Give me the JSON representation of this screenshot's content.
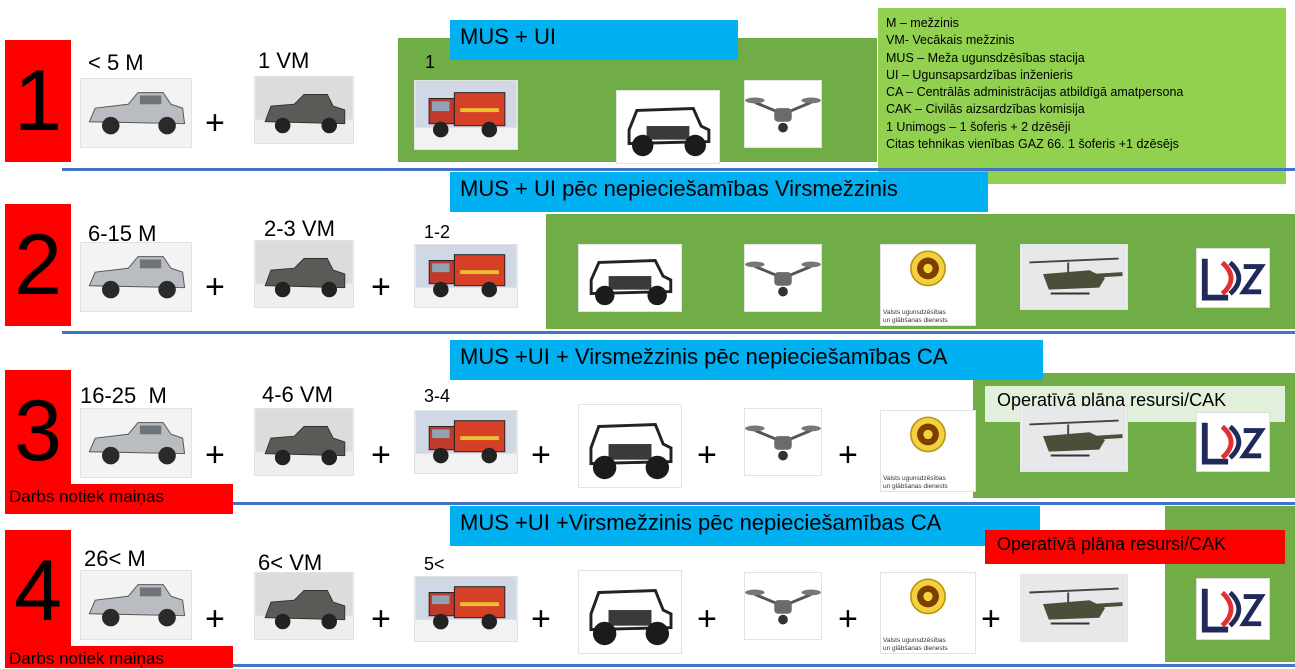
{
  "legend": [
    "M – mežzinis",
    "VM- Vecākais mežzinis",
    "MUS – Meža ugunsdzēsības stacija",
    "UI – Ugunsapsardzības inženieris",
    "CA – Centrālās administrācijas atbildīgā amatpersona",
    "CAK – Civilās aizsardzības komisija",
    "1 Unimogs – 1 šoferis + 2 dzēsēji",
    "Citas tehnikas vienības GAZ 66. 1 šoferis +1 dzēsējs"
  ],
  "rows": [
    {
      "number": "1",
      "banner": "MUS + UI",
      "qty1": "< 5 M",
      "qty2": "1 VM",
      "qty3": "1"
    },
    {
      "number": "2",
      "banner": "MUS + UI pēc nepieciešamības Virsmežzinis",
      "qty1": "6-15 M",
      "qty2": "2-3 VM",
      "qty3": "1-2"
    },
    {
      "number": "3",
      "banner": "MUS +UI + Virsmežzinis pēc nepieciešamības CA",
      "qty1": "16-25  M",
      "qty2": "4-6 VM",
      "qty3": "3-4",
      "shift_note": "Darbs notiek maiņas",
      "resources_note": "Operatīvā plāna resursi/CAK"
    },
    {
      "number": "4",
      "banner": "MUS +UI +Virsmežzinis pēc nepieciešamības CA",
      "qty1": "26< M",
      "qty2": "6< VM",
      "qty3": "5<",
      "shift_note": "Darbs notiek maiņas",
      "resources_note": "Operatīvā plāna resursi/CAK"
    }
  ],
  "plus": "+",
  "vugd_caption": "Valsts ugunsdzēsības\nun glābšanas dienests",
  "ldz_logo": "LDZ",
  "colors": {
    "red": "#ff0000",
    "blue": "#00b0f0",
    "green": "#70ad47",
    "light_green": "#92d050",
    "separator": "#4472c4"
  }
}
